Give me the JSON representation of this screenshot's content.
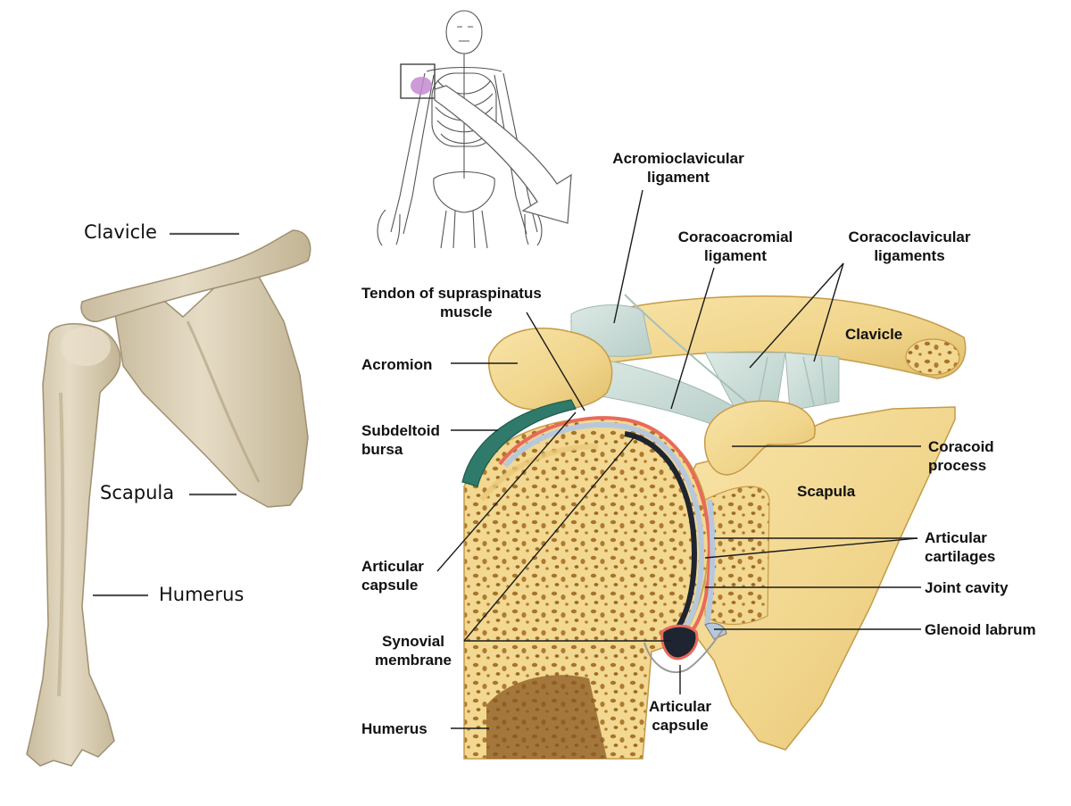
{
  "left_labels": {
    "clavicle": "Clavicle",
    "scapula": "Scapula",
    "humerus": "Humerus"
  },
  "right_labels": {
    "acromioclavicular_1": "Acromioclavicular",
    "acromioclavicular_2": "ligament",
    "coracoacromial_1": "Coracoacromial",
    "coracoacromial_2": "ligament",
    "coracoclavicular_1": "Coracoclavicular",
    "coracoclavicular_2": "ligaments",
    "supraspinatus_1": "Tendon of supraspinatus",
    "supraspinatus_2": "muscle",
    "clavicle": "Clavicle",
    "acromion": "Acromion",
    "subdeltoid_1": "Subdeltoid",
    "subdeltoid_2": "bursa",
    "coracoid_1": "Coracoid",
    "coracoid_2": "process",
    "scapula": "Scapula",
    "articular_capsule_left_1": "Articular",
    "articular_capsule_left_2": "capsule",
    "articular_cartilages_1": "Articular",
    "articular_cartilages_2": "cartilages",
    "joint_cavity": "Joint cavity",
    "synovial_1": "Synovial",
    "synovial_2": "membrane",
    "glenoid_labrum": "Glenoid labrum",
    "humerus": "Humerus",
    "articular_capsule_bottom_1": "Articular",
    "articular_capsule_bottom_2": "capsule"
  },
  "colors": {
    "bone_photo": "#d8ccb4",
    "bone_illustration": "#f2d890",
    "spongy_pores": "#b07a30",
    "ligament": "#cfe0dc",
    "bursa": "#2f7a6a",
    "cartilage": "#b8c8dc",
    "synovial": "#e86a5a",
    "joint_cavity": "#1e2430",
    "highlight": "#c48ad0"
  }
}
